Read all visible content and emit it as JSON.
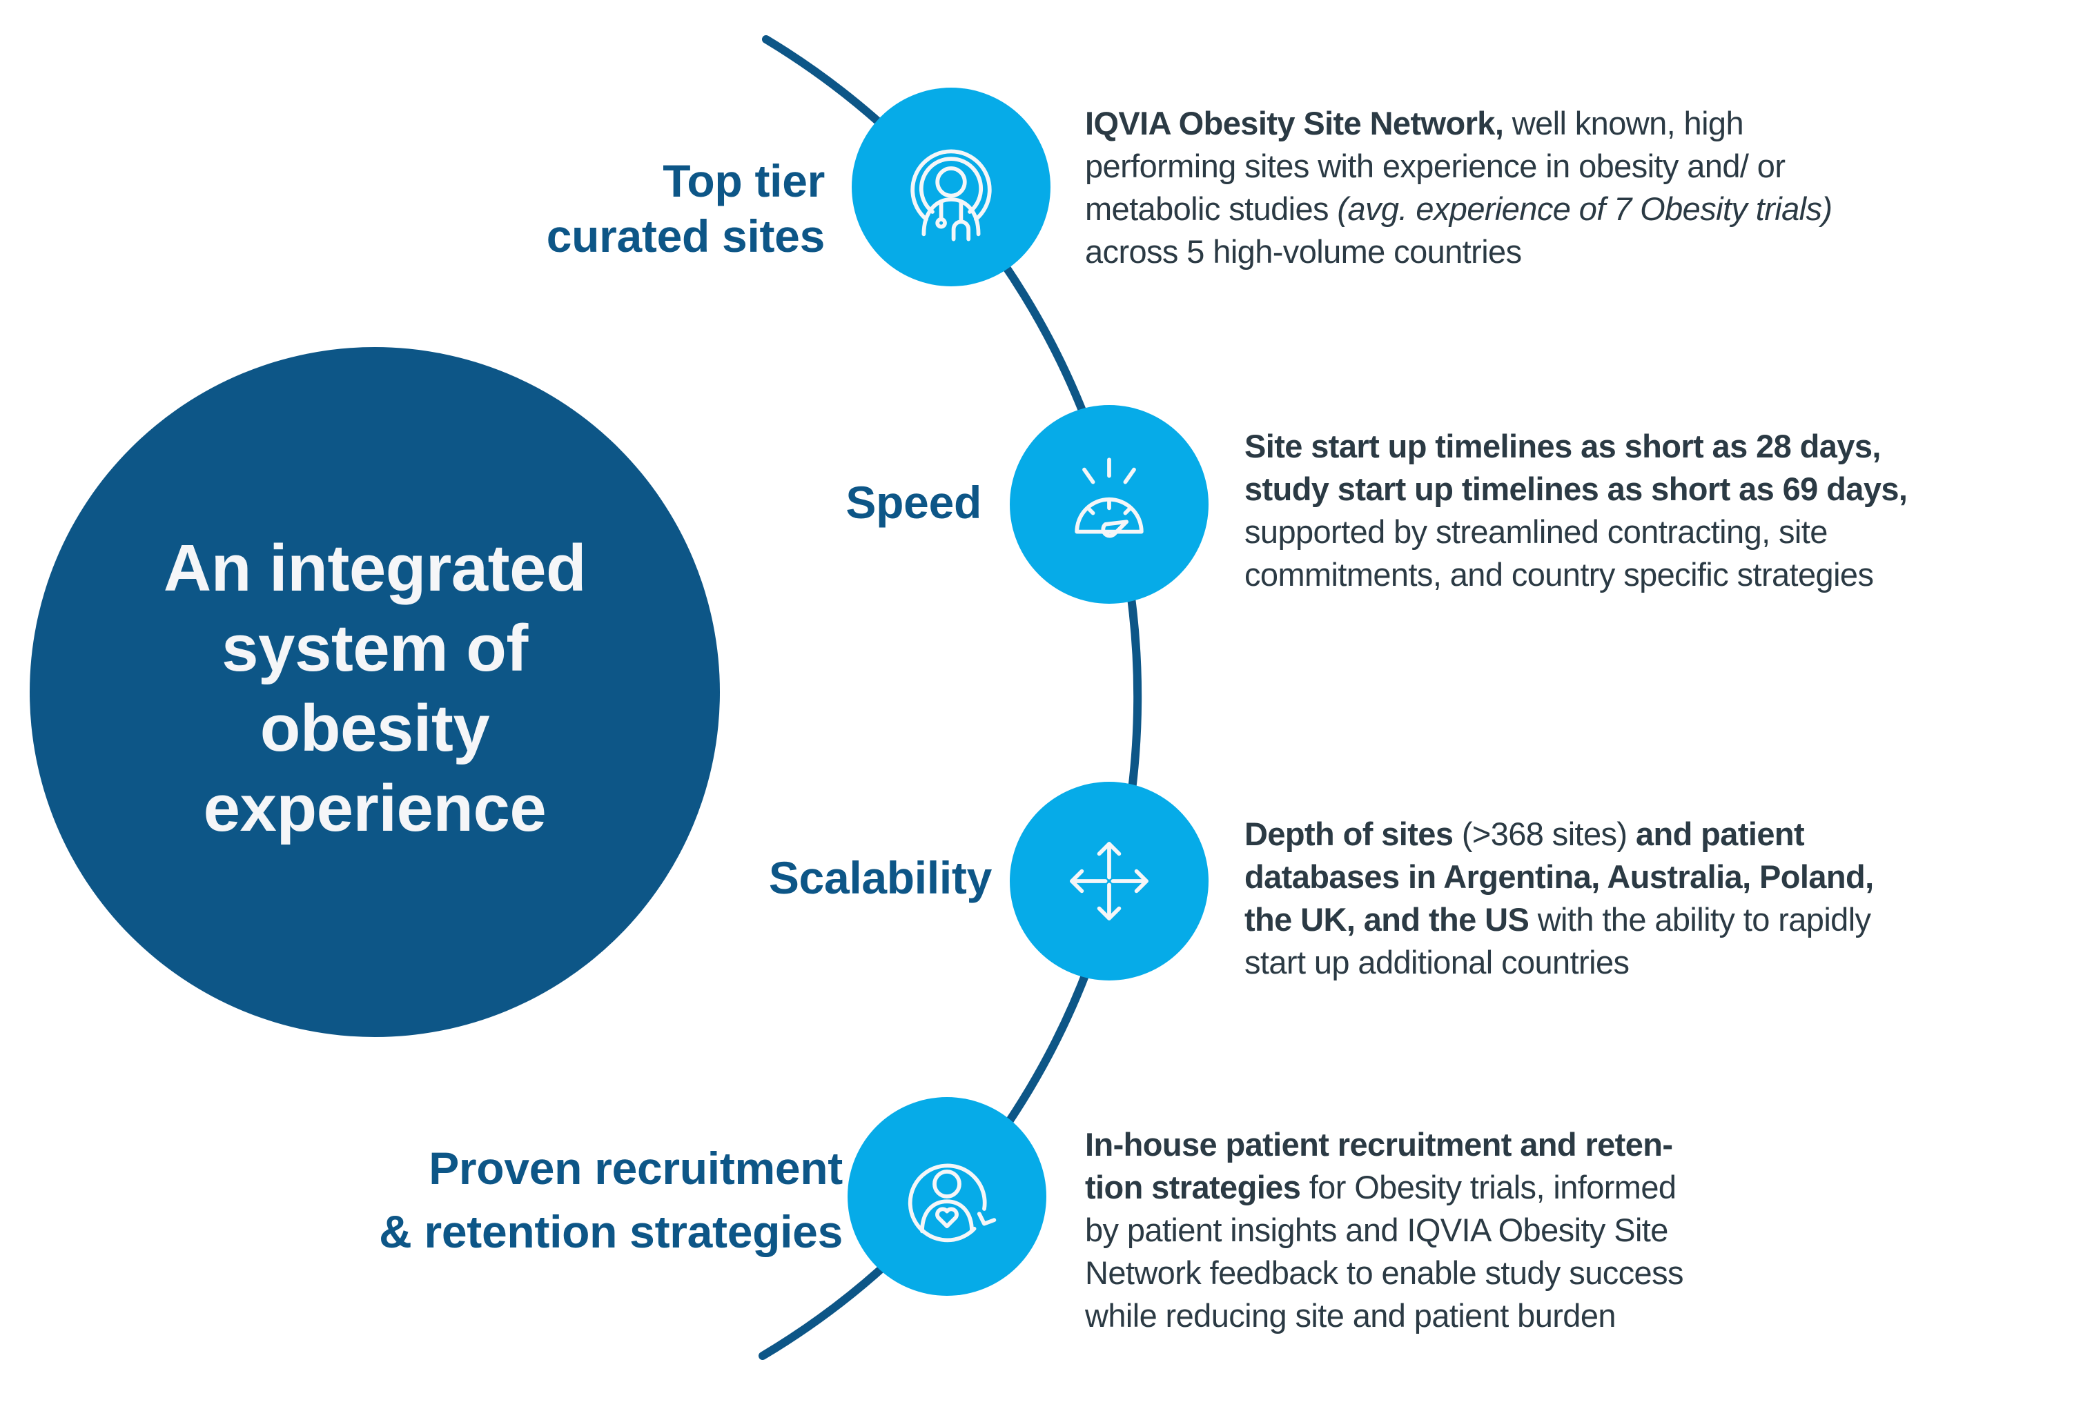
{
  "colors": {
    "hub": "#0D5687",
    "node": "#06ABE8",
    "arc": "#0D5687",
    "label": "#0D5687",
    "body_text": "#2B3A44",
    "icon": "#F5F6F8"
  },
  "hub": {
    "title": "An integrated\nsystem of\nobesity\nexperience"
  },
  "pillars": [
    {
      "id": "top-tier",
      "label": "Top tier\ncurated sites",
      "icon": "doctor-stethoscope-icon",
      "description": [
        [
          {
            "t": "IQVIA Obesity Site Network,",
            "s": "b"
          },
          {
            "t": " well known, high",
            "s": ""
          }
        ],
        [
          {
            "t": "performing sites with experience in obesity and/ or",
            "s": ""
          }
        ],
        [
          {
            "t": "metabolic studies ",
            "s": ""
          },
          {
            "t": "(avg. experience of 7 Obesity trials)",
            "s": "i"
          }
        ],
        [
          {
            "t": "across 5 high-volume countries",
            "s": ""
          }
        ]
      ]
    },
    {
      "id": "speed",
      "label": "Speed",
      "icon": "speedometer-icon",
      "description": [
        [
          {
            "t": "Site start up timelines as short as 28 days,",
            "s": "b"
          }
        ],
        [
          {
            "t": "study start up timelines as short as 69 days,",
            "s": "b"
          }
        ],
        [
          {
            "t": "supported by streamlined contracting, site",
            "s": ""
          }
        ],
        [
          {
            "t": "commitments, and country specific strategies",
            "s": ""
          }
        ]
      ]
    },
    {
      "id": "scalability",
      "label": "Scalability",
      "icon": "expand-arrows-icon",
      "description": [
        [
          {
            "t": "Depth of sites",
            "s": "b"
          },
          {
            "t": " (>368 sites) ",
            "s": ""
          },
          {
            "t": "and patient",
            "s": "b"
          }
        ],
        [
          {
            "t": "databases in Argentina, Australia, Poland,",
            "s": "b"
          }
        ],
        [
          {
            "t": "the UK, and the US",
            "s": "b"
          },
          {
            "t": " with the ability to rapidly",
            "s": ""
          }
        ],
        [
          {
            "t": "start up additional countries",
            "s": ""
          }
        ]
      ]
    },
    {
      "id": "recruitment",
      "label": "Proven recruitment\n& retention strategies",
      "icon": "patient-retention-icon",
      "description": [
        [
          {
            "t": "In-house patient recruitment and reten-",
            "s": "b"
          }
        ],
        [
          {
            "t": "tion strategies",
            "s": "b"
          },
          {
            "t": " for Obesity trials, informed",
            "s": ""
          }
        ],
        [
          {
            "t": "by patient insights and IQVIA Obesity Site",
            "s": ""
          }
        ],
        [
          {
            "t": "Network feedback to enable study success",
            "s": ""
          }
        ],
        [
          {
            "t": "while reducing site and patient burden",
            "s": ""
          }
        ]
      ]
    }
  ]
}
